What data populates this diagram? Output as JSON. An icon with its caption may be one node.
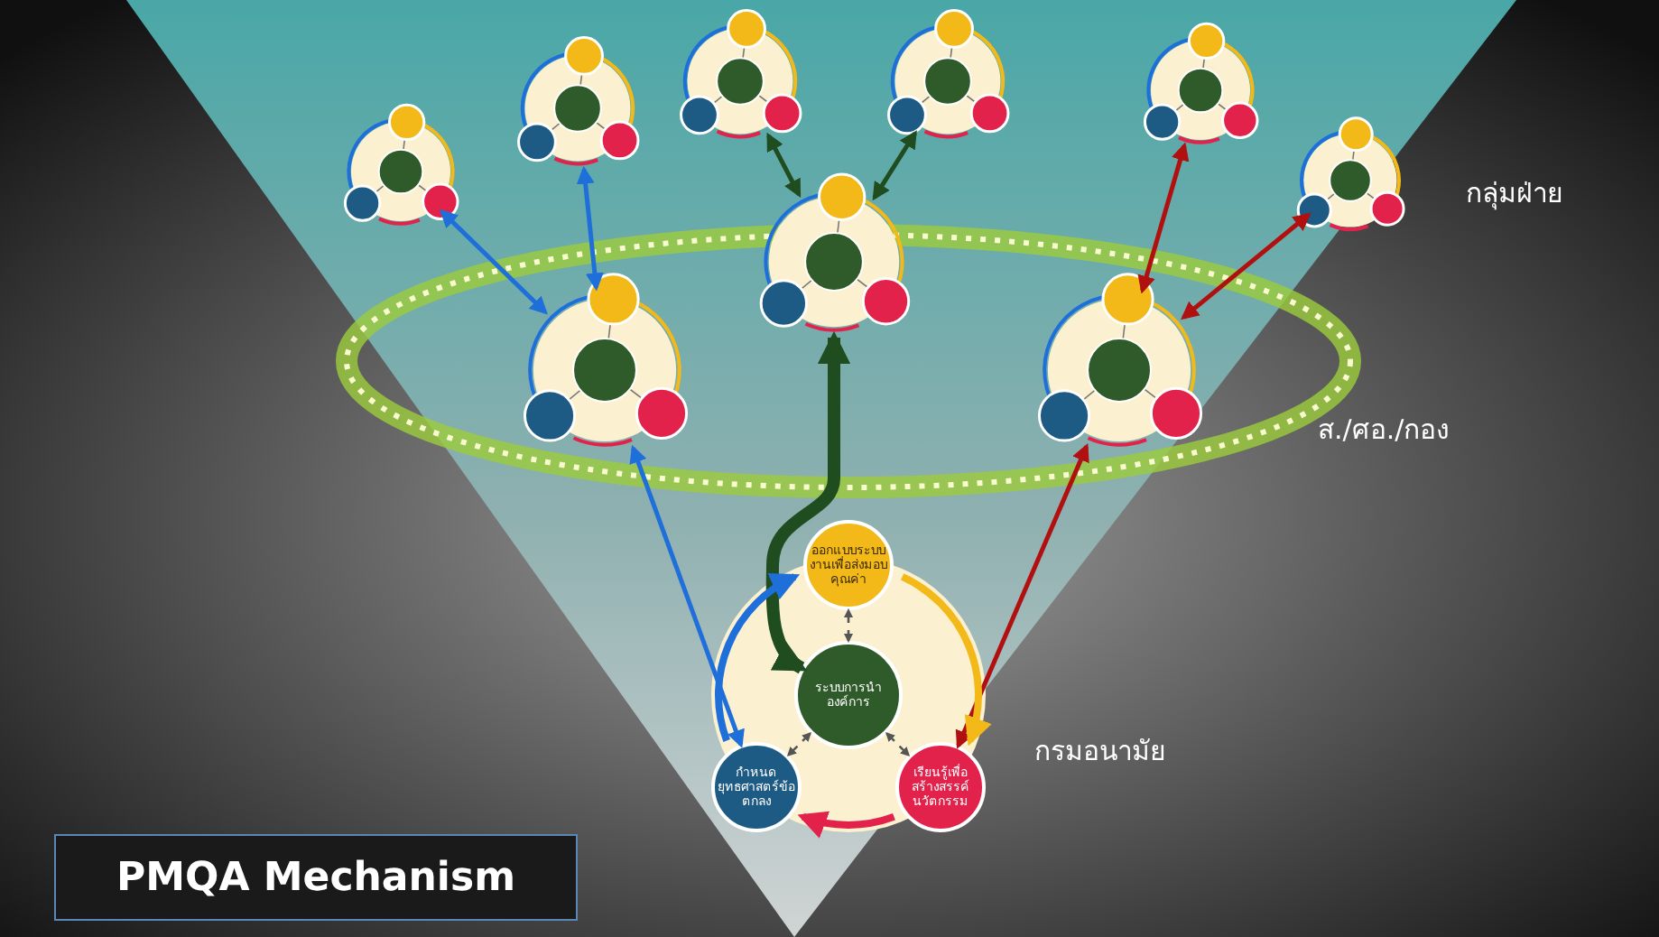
{
  "diagram": {
    "title": "PMQA Mechanism",
    "nodes": [
      {
        "text": [],
        "shape": "circle"
      },
      {
        "text": [],
        "shape": "circle"
      },
      {
        "text": [],
        "shape": "circle"
      },
      {
        "text": [],
        "shape": "circle"
      },
      {
        "text": [],
        "shape": "circle"
      },
      {
        "text": [],
        "shape": "circle"
      },
      {
        "text": [],
        "shape": "circle"
      },
      {
        "text": [],
        "shape": "circle"
      },
      {
        "text": [],
        "shape": "circle"
      },
      {
        "text": [],
        "shape": "circle"
      },
      {
        "text": [
          "ออกแบบระบบงานเพื่อส่งมอบคุณค่า"
        ]
      },
      {
        "text": [
          "ระบบการนำองค์การ"
        ],
        "in": 9
      },
      {
        "text": [
          "กำหนดยุทธศาสตร์ข้อตกลง"
        ],
        "in": 9
      },
      {
        "text": [
          "เรียนรู้เพื่อสร้างสรรค์นวัตกรรม"
        ],
        "in": 9
      }
    ],
    "edges": [
      {
        "from": 0,
        "to": 6,
        "arrow": "both",
        "color": "#1e6fd9"
      },
      {
        "from": 1,
        "to": 6,
        "arrow": "both",
        "color": "#1e6fd9"
      },
      {
        "from": 7,
        "to": 2,
        "arrow": "both",
        "color": "#1f4d1f"
      },
      {
        "from": 7,
        "to": 3,
        "arrow": "both",
        "color": "#1f4d1f"
      },
      {
        "from": 11,
        "to": 7,
        "arrow": "both",
        "color": "#1f4d1f",
        "style": "thick"
      },
      {
        "from": 4,
        "to": 8,
        "arrow": "both",
        "color": "#b01010"
      },
      {
        "from": 5,
        "to": 8,
        "arrow": "both",
        "color": "#b01010"
      },
      {
        "from": 8,
        "to": 13,
        "arrow": "both",
        "color": "#b01010"
      },
      {
        "from": 6,
        "to": 12,
        "arrow": "both",
        "color": "#1e6fd9"
      },
      {
        "from": 12,
        "to": 10,
        "arrow": "to",
        "color": "#1e6fd9"
      },
      {
        "from": 10,
        "to": 13,
        "arrow": "to",
        "color": "#f2b918"
      },
      {
        "from": 13,
        "to": 12,
        "arrow": "to",
        "color": "#e2224a"
      },
      {
        "from": 11,
        "to": 10,
        "arrow": "both",
        "color": "#555555",
        "style": "dashed"
      },
      {
        "from": 11,
        "to": 12,
        "arrow": "both",
        "color": "#555555",
        "style": "dashed"
      },
      {
        "from": 11,
        "to": 13,
        "arrow": "both",
        "color": "#555555",
        "style": "dashed"
      }
    ],
    "labels": [
      "กลุ่มฝ่าย",
      "ส./ศอ./กอง",
      "กรมอนามัย"
    ]
  }
}
